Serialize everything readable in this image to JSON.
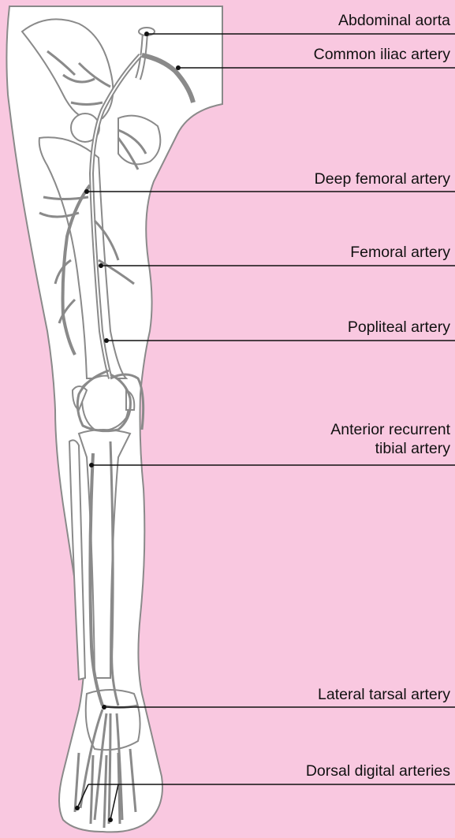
{
  "diagram": {
    "colors": {
      "background": "#f9c8e0",
      "skin": "#ffffff",
      "vessel": "#8a8a8a",
      "line": "#111111"
    },
    "labels": [
      {
        "id": "abdominal-aorta",
        "text": "Abdominal aorta"
      },
      {
        "id": "common-iliac",
        "text": "Common iliac artery"
      },
      {
        "id": "deep-femoral",
        "text": "Deep femoral artery"
      },
      {
        "id": "femoral",
        "text": "Femoral artery"
      },
      {
        "id": "popliteal",
        "text": "Popliteal artery"
      },
      {
        "id": "anterior-recurrent-tibial",
        "line1": "Anterior recurrent",
        "line2": "tibial artery"
      },
      {
        "id": "lateral-tarsal",
        "text": "Lateral tarsal artery"
      },
      {
        "id": "dorsal-digital",
        "text": "Dorsal digital arteries"
      }
    ]
  }
}
